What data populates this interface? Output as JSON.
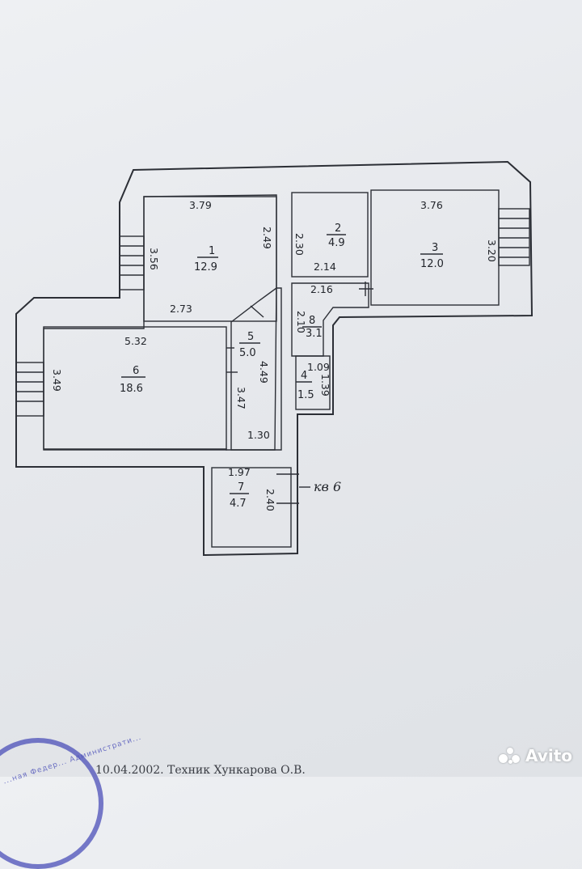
{
  "plan": {
    "apartment_label": "кв 6",
    "footer_text": "10.04.2002. Техник  Хункарова О.В.",
    "stamp_text": "...ная Федер... Администрати...",
    "watermark": "Avito",
    "rooms": [
      {
        "number": "1",
        "area": "12.9"
      },
      {
        "number": "2",
        "area": "4.9"
      },
      {
        "number": "3",
        "area": "12.0"
      },
      {
        "number": "4",
        "area": "1.5"
      },
      {
        "number": "5",
        "area": "5.0"
      },
      {
        "number": "6",
        "area": "18.6"
      },
      {
        "number": "7",
        "area": "4.7"
      },
      {
        "number": "8",
        "area": "3.1"
      }
    ],
    "dimensions": {
      "r1_top": "3.79",
      "r1_left": "3.56",
      "r1_right": "2.49",
      "r1_bottom": "2.73",
      "r2_left": "2.30",
      "r2_bottom": "2.14",
      "r2_below": "2.16",
      "r3_top": "3.76",
      "r3_right": "3.20",
      "r4_top": "1.09",
      "r4_right": "1.39",
      "r5_right": "4.49",
      "r5_left": "3.47",
      "r5_bottom": "1.30",
      "r6_top": "5.32",
      "r6_left": "3.49",
      "r7_top": "1.97",
      "r7_right": "2.40",
      "r8_left": "2.10"
    }
  }
}
